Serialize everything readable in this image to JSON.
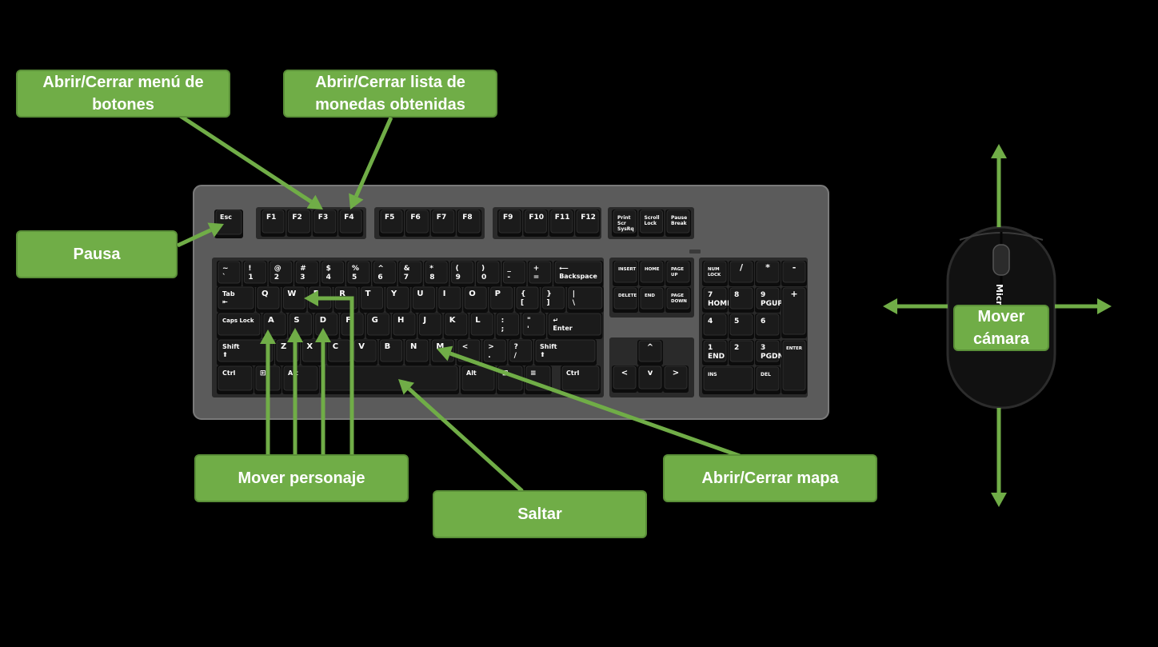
{
  "colors": {
    "accent": "#70ad47",
    "background": "#000000",
    "keyboard_body": "#5b5b5b",
    "key": "#151515"
  },
  "labels": {
    "menu": "Abrir/Cerrar menú de\nbotones",
    "coins": "Abrir/Cerrar lista de\nmonedas obtenidas",
    "pause": "Pausa",
    "move": "Mover personaje",
    "jump": "Saltar",
    "map": "Abrir/Cerrar mapa",
    "camera": "Mover\ncámara"
  },
  "mouse": {
    "brand": "Microsoft"
  },
  "keyboard": {
    "esc": "Esc",
    "function_keys": [
      "F1",
      "F2",
      "F3",
      "F4",
      "F5",
      "F6",
      "F7",
      "F8",
      "F9",
      "F10",
      "F11",
      "F12"
    ],
    "system_keys": [
      [
        "Print",
        "Scr",
        "SysRq"
      ],
      [
        "Scroll",
        "Lock"
      ],
      [
        "Pause",
        "Break"
      ]
    ],
    "number_row": [
      [
        "~",
        "`"
      ],
      [
        "!",
        "1"
      ],
      [
        "@",
        "2"
      ],
      [
        "#",
        "3"
      ],
      [
        "$",
        "4"
      ],
      [
        "%",
        "5"
      ],
      [
        "^",
        "6"
      ],
      [
        "&",
        "7"
      ],
      [
        "*",
        "8"
      ],
      [
        "(",
        "9"
      ],
      [
        ")",
        "0"
      ],
      [
        "_",
        "-"
      ],
      [
        "+",
        "="
      ]
    ],
    "backspace": "Backspace",
    "tab": "Tab",
    "qwerty_row": [
      "Q",
      "W",
      "E",
      "R",
      "T",
      "Y",
      "U",
      "I",
      "O",
      "P"
    ],
    "bracket_keys": [
      [
        "{",
        "["
      ],
      [
        "}",
        "]"
      ],
      [
        "|",
        "\\"
      ]
    ],
    "caps": "Caps Lock",
    "home_row": [
      "A",
      "S",
      "D",
      "F",
      "G",
      "H",
      "J",
      "K",
      "L"
    ],
    "home_punct": [
      [
        ":",
        ";"
      ],
      [
        "\"",
        "'"
      ]
    ],
    "enter": "Enter",
    "shift": "Shift",
    "bottom_row": [
      "Z",
      "X",
      "C",
      "V",
      "B",
      "N",
      "M"
    ],
    "bottom_punct": [
      [
        "<",
        ","
      ],
      [
        ">",
        "."
      ],
      [
        "?",
        "/"
      ]
    ],
    "ctrl": "Ctrl",
    "alt": "Alt",
    "nav_keys": [
      "INSERT",
      "HOME",
      "PAGE UP",
      "DELETE",
      "END",
      "PAGE DOWN"
    ],
    "numpad": {
      "num_lock": "NUM LOCK",
      "top": [
        "/",
        "*",
        "-"
      ],
      "plus": "+",
      "enter": "ENTER",
      "digits": [
        [
          "7",
          "HOME"
        ],
        [
          "8",
          ""
        ],
        [
          "9",
          "PGUP"
        ],
        [
          "4",
          ""
        ],
        [
          "5",
          ""
        ],
        [
          "6",
          ""
        ],
        [
          "1",
          "END"
        ],
        [
          "2",
          ""
        ],
        [
          "3",
          "PGDN"
        ]
      ],
      "zero": "INS",
      "dot": "DEL"
    }
  }
}
